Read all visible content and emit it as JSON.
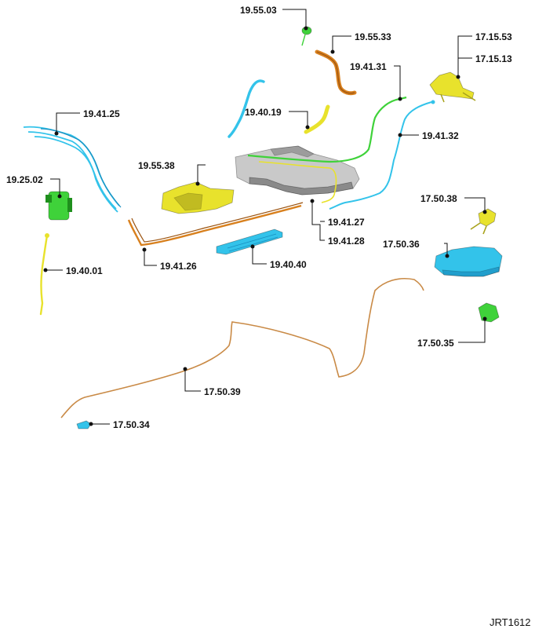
{
  "colors": {
    "cyan": "#33c3ea",
    "cyan_dark": "#1a8fc0",
    "green": "#3fd23a",
    "green_dark": "#1f8f1d",
    "yellow": "#e8e22c",
    "yellow_dark": "#a8a21a",
    "orange": "#d8801e",
    "orange_dark": "#9c5410",
    "tan": "#c98a46",
    "grey": "#c9c9c9",
    "grey_dark": "#8a8a8a"
  },
  "labels": {
    "l_195503": "19.55.03",
    "l_195533": "19.55.33",
    "l_171553": "17.15.53",
    "l_171513": "17.15.13",
    "l_194131": "19.41.31",
    "l_194019": "19.40.19",
    "l_194125": "19.41.25",
    "l_194132": "19.41.32",
    "l_195538": "19.55.38",
    "l_192502": "19.25.02",
    "l_194127": "19.41.27",
    "l_194128": "19.41.28",
    "l_175038": "17.50.38",
    "l_175036": "17.50.36",
    "l_194126": "19.41.26",
    "l_194040": "19.40.40",
    "l_194001": "19.40.01",
    "l_175035": "17.50.35",
    "l_175039": "17.50.39",
    "l_175034": "17.50.34"
  },
  "reference_code": "JRT1612"
}
